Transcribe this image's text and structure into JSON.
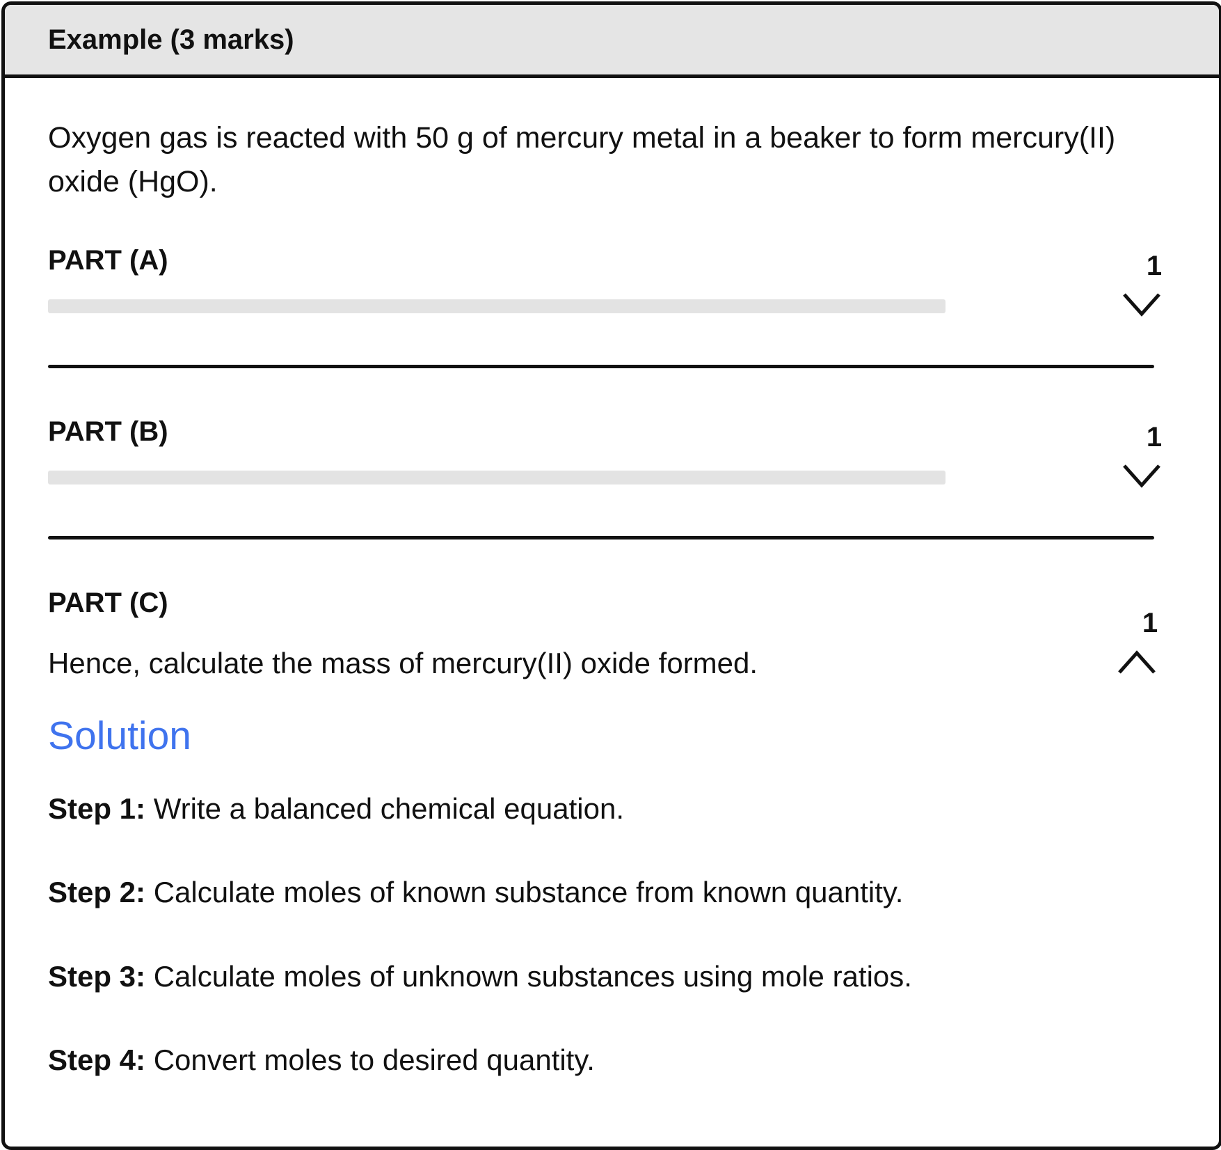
{
  "header": {
    "title": "Example (3 marks)"
  },
  "question": {
    "intro": "Oxygen gas is reacted with 50 g of mercury metal in a beaker to form mercury(II) oxide (HgO)."
  },
  "parts": [
    {
      "label": "PART (A)",
      "marks": "1",
      "state": "collapsed",
      "icon": "chevron-down-icon"
    },
    {
      "label": "PART (B)",
      "marks": "1",
      "state": "collapsed",
      "icon": "chevron-down-icon"
    },
    {
      "label": "PART (C)",
      "marks": "1",
      "state": "expanded",
      "icon": "chevron-up-icon",
      "text": "Hence, calculate the mass of mercury(II) oxide formed."
    }
  ],
  "solution": {
    "heading": "Solution",
    "heading_color": "#3f73ee",
    "steps": [
      {
        "label": "Step 1:",
        "text": " Write a balanced chemical equation."
      },
      {
        "label": "Step 2:",
        "text": " Calculate moles of known substance from known quantity."
      },
      {
        "label": "Step 3:",
        "text": " Calculate moles of unknown substances using mole ratios."
      },
      {
        "label": "Step 4:",
        "text": " Convert moles to desired quantity."
      }
    ]
  }
}
